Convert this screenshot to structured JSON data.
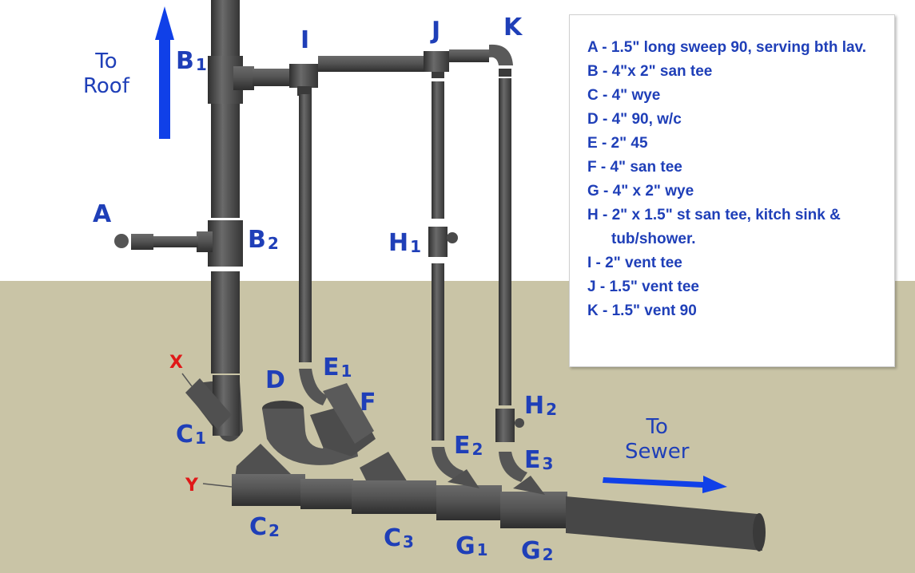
{
  "labels": {
    "A": "A",
    "B1": {
      "main": "B",
      "sub": "1"
    },
    "B2": {
      "main": "B",
      "sub": "2"
    },
    "C1": {
      "main": "C",
      "sub": "1"
    },
    "C2": {
      "main": "C",
      "sub": "2"
    },
    "C3": {
      "main": "C",
      "sub": "3"
    },
    "D": "D",
    "E1": {
      "main": "E",
      "sub": "1"
    },
    "E2": {
      "main": "E",
      "sub": "2"
    },
    "E3": {
      "main": "E",
      "sub": "3"
    },
    "F": "F",
    "G1": {
      "main": "G",
      "sub": "1"
    },
    "G2": {
      "main": "G",
      "sub": "2"
    },
    "H1": {
      "main": "H",
      "sub": "1"
    },
    "H2": {
      "main": "H",
      "sub": "2"
    },
    "I": "I",
    "J": "J",
    "K": "K",
    "X": "X",
    "Y": "Y"
  },
  "directions": {
    "to_roof": {
      "line1": "To",
      "line2": "Roof"
    },
    "to_sewer": {
      "line1": "To",
      "line2": "Sewer"
    }
  },
  "legend": [
    "A - 1.5\" long sweep 90, serving bth lav.",
    "B - 4\"x 2\" san tee",
    "C - 4\" wye",
    "D - 4\" 90, w/c",
    "E - 2\" 45",
    "F - 4\" san tee",
    "G - 4\" x 2\" wye",
    "H - 2\" x 1.5\" st san tee, kitch sink & tub/shower.",
    "I - 2\" vent tee",
    "J - 1.5\" vent tee",
    "K - 1.5\" vent 90"
  ],
  "colors": {
    "sky": "#ffffff",
    "ground": "#c9c4a6",
    "pipe": "#4f4f4f",
    "label_blue": "#1f3fb8",
    "label_red": "#e01818",
    "arrow_blue": "#1040e8"
  }
}
